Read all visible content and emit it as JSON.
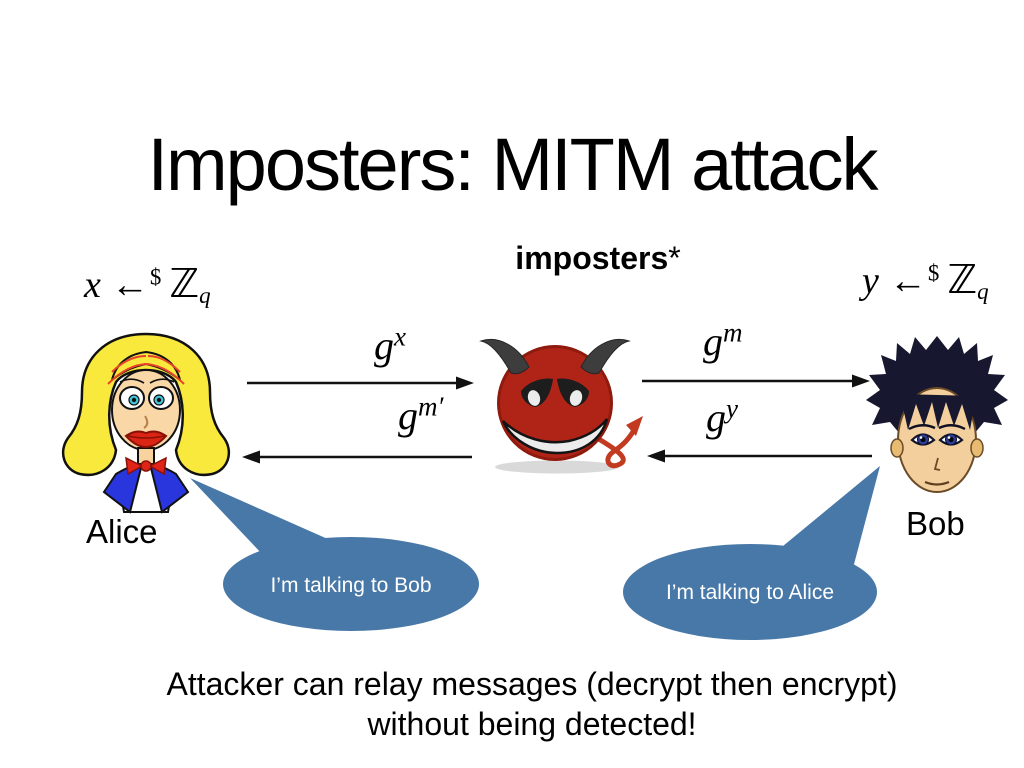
{
  "title": "Imposters: MITM attack",
  "imposter": {
    "word": "imposters",
    "asterisk": "*"
  },
  "alice_sample": {
    "variable": "x",
    "arrow": "←",
    "superscript": "$",
    "group": "ℤ",
    "subscript": "q"
  },
  "bob_sample": {
    "variable": "y",
    "arrow": "←",
    "superscript": "$",
    "group": "ℤ",
    "subscript": "q"
  },
  "messages": {
    "alice_to_attacker": {
      "base": "g",
      "exponent": "x"
    },
    "attacker_to_alice": {
      "base": "g",
      "exponent": "m′"
    },
    "attacker_to_bob": {
      "base": "g",
      "exponent": "m"
    },
    "bob_to_attacker": {
      "base": "g",
      "exponent": "y"
    }
  },
  "labels": {
    "alice": "Alice",
    "bob": "Bob"
  },
  "speech": {
    "alice_bubble": "I’m talking to Bob",
    "bob_bubble": "I’m talking to Alice"
  },
  "footer": {
    "line1": "Attacker can relay messages (decrypt then encrypt)",
    "line2": "without being detected!"
  },
  "colors": {
    "bubble_blue": "#4778a7",
    "devil_red": "#b02418",
    "alice_hair": "#f9e93c",
    "bob_hair": "#17172f",
    "arrow_black": "#111111"
  }
}
